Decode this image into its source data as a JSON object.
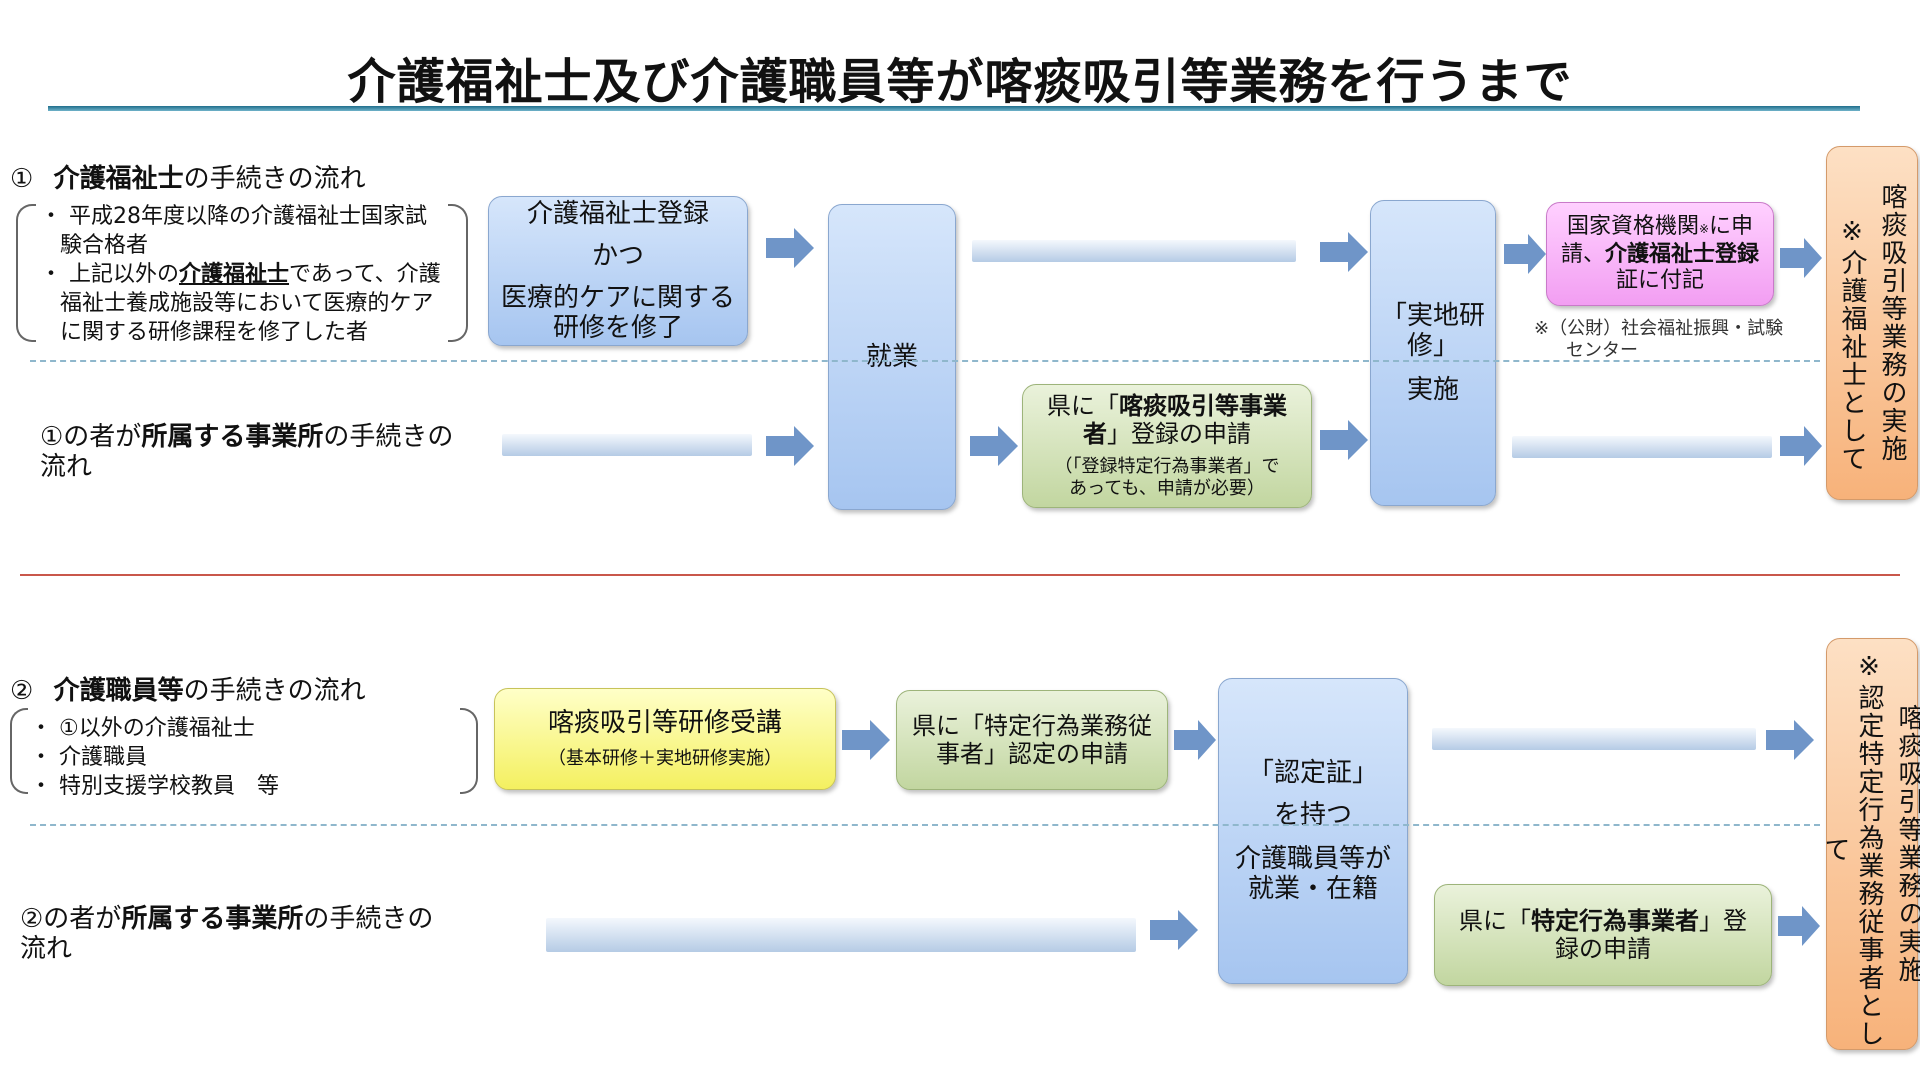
{
  "title": "介護福祉士及び介護職員等が喀痰吸引等業務を行うまで",
  "section1": {
    "heading_num": "①",
    "heading_bold": "介護福祉士",
    "heading_rest": "の手続きの流れ",
    "bullet1_a": "・ 平成28年度以降の介護福祉士国家試",
    "bullet1_b": "験合格者",
    "bullet2_a_pre": "・ 上記以外の",
    "bullet2_a_bold": "介護福祉士",
    "bullet2_a_post": "であって、介護",
    "bullet2_b": "福祉士養成施設等において医療的ケア",
    "bullet2_c": "に関する研修課程を修了した者",
    "box_reg_1": "介護福祉士登録",
    "box_reg_2": "かつ",
    "box_reg_3": "医療的ケアに関する",
    "box_reg_4": "研修を修了",
    "box_shugyo": "就業",
    "box_jitchi_1": "「実地研",
    "box_jitchi_2": "修」",
    "box_jitchi_3": "実施",
    "box_kokka_1": "国家資格機関",
    "box_kokka_sup": "※",
    "box_kokka_2": "に申",
    "box_kokka_3_pre": "請、",
    "box_kokka_3_bold": "介護福祉士登録",
    "box_kokka_4": "証に付記",
    "note_1": "※（公財）社会福祉振興・試験",
    "note_2": "センター",
    "final_1": "※介護福祉士として",
    "final_2": "喀痰吸引等業務の実施",
    "office_1": "①の者が",
    "office_bold": "所属する事業所",
    "office_2": "の手続きの",
    "office_3": "流れ",
    "box_ken_1_pre": "県に「",
    "box_ken_1_bold": "喀痰吸引等事業",
    "box_ken_2_bold": "者",
    "box_ken_2_post": "」登録の申請",
    "box_ken_note_1": "（「登録特定行為事業者」で",
    "box_ken_note_2": "あっても、申請が必要）"
  },
  "section2": {
    "heading_num": "②",
    "heading_bold": "介護職員等",
    "heading_rest": "の手続きの流れ",
    "bullet1": "・ ①以外の介護福祉士",
    "bullet2": "・ 介護職員",
    "bullet3": "・ 特別支援学校教員　等",
    "box_kenshu_1": "喀痰吸引等研修受講",
    "box_kenshu_2": "（基本研修＋実地研修実施）",
    "box_nintei_req_1": "県に「特定行為業務従",
    "box_nintei_req_2": "事者」認定の申請",
    "box_ninteisho_1": "「認定証」",
    "box_ninteisho_2": "を持つ",
    "box_ninteisho_3": "介護職員等が",
    "box_ninteisho_4": "就業・在籍",
    "final_1": "※認定特定行為業務従事者として",
    "final_2": "喀痰吸引等業務の実施",
    "office_1": "②の者が",
    "office_bold": "所属する事業所",
    "office_2": "の手続きの",
    "office_3": "流れ",
    "box_jigyosha_1_pre": "県に「",
    "box_jigyosha_1_bold": "特定行為事業者",
    "box_jigyosha_1_post": "」登",
    "box_jigyosha_2": "録の申請"
  }
}
